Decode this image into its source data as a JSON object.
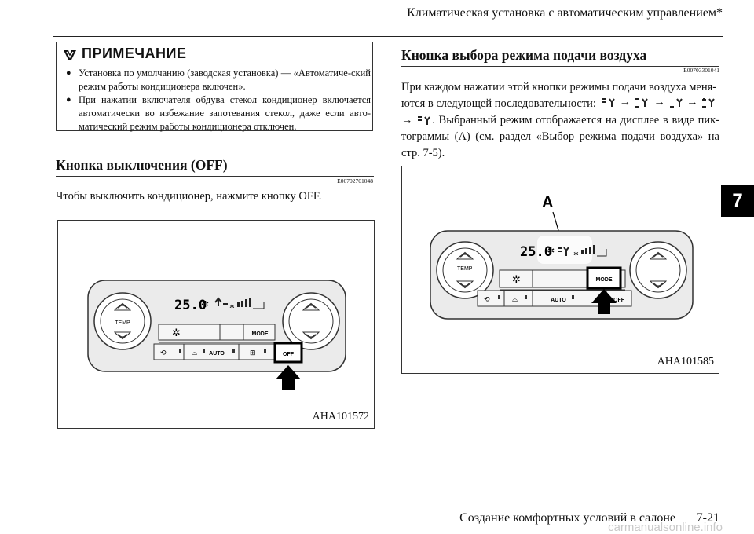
{
  "header": {
    "title": "Климатическая установка с автоматическим управлением*"
  },
  "chapter_tab": "7",
  "note": {
    "title": "ПРИМЕЧАНИЕ",
    "items": [
      "Установка по умолчанию (заводская установка) — «Автоматиче-ский режим работы кондиционера включен».",
      "При нажатии включателя обдува стекол кондиционер включается автоматически во избежание запотевания стекол, даже если авто-матический режим работы кондиционера отключен."
    ]
  },
  "off_section": {
    "heading": "Кнопка выключения (OFF)",
    "code": "E00702701048",
    "text": "Чтобы выключить кондиционер, нажмите кнопку OFF.",
    "figure_label": "AHA101572"
  },
  "mode_section": {
    "heading": "Кнопка выбора режима подачи воздуха",
    "code": "E00703301041",
    "p1": "При каждом нажатии этой кнопки режимы подачи воздуха меня-ются в следующей последовательности:",
    "arrow": "→",
    "p2": ". Выбранный режим отображается на дисплее в виде пик-тограммы (А) (см. раздел «Выбор режима подачи воздуха» на стр. 7-5).",
    "figure_label": "AHA101585",
    "callout": "A"
  },
  "panel": {
    "temperature": "25.0",
    "temp_label": "TEMP",
    "mode_label": "MODE",
    "auto_label": "AUTO",
    "off_label": "OFF"
  },
  "footer": {
    "section": "Создание комфортных условий в салоне",
    "page": "7-21",
    "watermark": "carmanualsonline.info"
  }
}
